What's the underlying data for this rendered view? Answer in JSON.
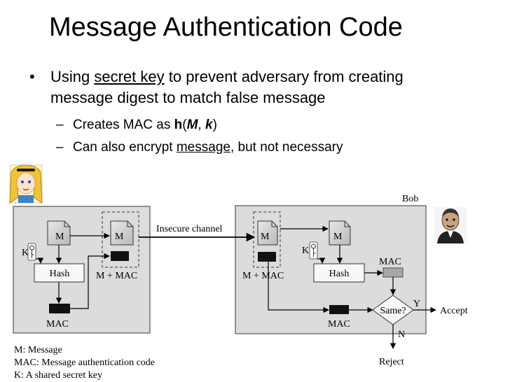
{
  "title": "Message Authentication Code",
  "bullet1": {
    "marker": "•",
    "line1_pre": "Using ",
    "line1_link": "secret key",
    "line1_post": " to prevent adversary from creating",
    "line2": "message digest to match false message"
  },
  "sub_bullets": [
    {
      "marker": "–",
      "pre": "Creates MAC as ",
      "fn": "h",
      "open": "(",
      "arg1": "M",
      "sep": ", ",
      "arg2": "k",
      "close": ")"
    },
    {
      "marker": "–",
      "pre": "Can also encrypt ",
      "link": "message",
      "post": ", but not necessary"
    }
  ],
  "diagram": {
    "sender": {
      "doc_m": "M",
      "doc_m2": "M",
      "key_label": "K",
      "hash_label": "Hash",
      "packet_label": "M + MAC",
      "mac_label": "MAC"
    },
    "channel_label": "Insecure channel",
    "receiver": {
      "name": "Bob",
      "doc_m": "M",
      "doc_m2": "M",
      "packet_label": "M + MAC",
      "key_label": "K",
      "hash_label": "Hash",
      "mac_computed_label": "MAC",
      "mac_received_label": "MAC",
      "decision_label": "Same?",
      "yes_label": "Y",
      "no_label": "N",
      "accept_label": "Accept",
      "reject_label": "Reject"
    },
    "legend": [
      "M: Message",
      "MAC: Message authentication code",
      "K: A shared secret key"
    ]
  },
  "colors": {
    "box_fill": "#dcdcdc",
    "mac_block": "#111111",
    "mac_computed": "#a8a8a8",
    "doc_fill": "#c4c4c4"
  },
  "icons": [
    "alice-avatar",
    "bob-avatar",
    "key-icon",
    "document-icon"
  ]
}
